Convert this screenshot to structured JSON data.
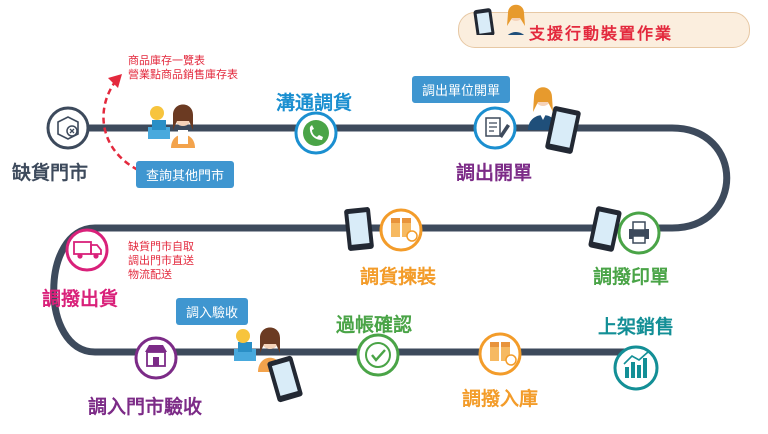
{
  "banner": {
    "text": "支援行動裝置作業"
  },
  "notes": {
    "inventory": [
      "商品庫存一覽表",
      "營業點商品銷售庫存表"
    ],
    "delivery": [
      "缺貨門市自取",
      "調出門市直送",
      "物流配送"
    ]
  },
  "bubbles": {
    "query": "查詢其他門市",
    "out_unit": "調出單位開單",
    "in_check": "調入驗收"
  },
  "steps": {
    "shortage": "缺貨門市",
    "communicate": "溝通調貨",
    "issue": "調出開單",
    "print": "調撥印單",
    "pick": "調貨揀裝",
    "ship": "調撥出貨",
    "receive": "調入門市驗收",
    "post": "過帳確認",
    "stock_in": "調撥入庫",
    "shelf": "上架銷售"
  },
  "colors": {
    "track": "#3d4a5c",
    "red": "#e3293d",
    "blue": "#1b8fd0",
    "purple": "#7c2b87",
    "orange": "#f39c2a",
    "green": "#4aa447",
    "teal": "#138f96",
    "pink": "#d9217a"
  }
}
